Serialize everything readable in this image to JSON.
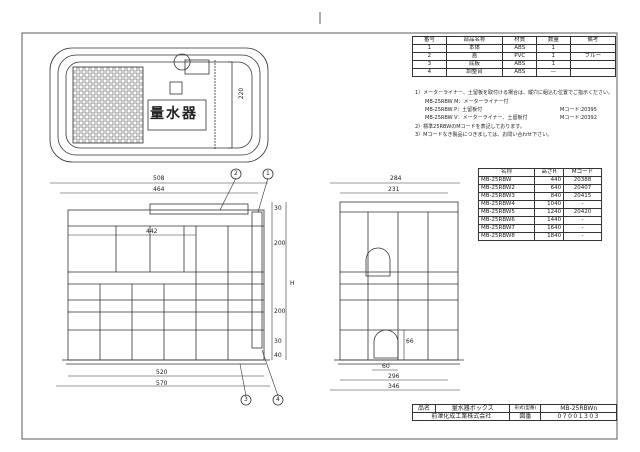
{
  "parts_table": {
    "headers": [
      "番号",
      "部品名称",
      "材質",
      "数量",
      "備考"
    ],
    "rows": [
      [
        "1",
        "本体",
        "ABS",
        "1",
        ""
      ],
      [
        "2",
        "蓋",
        "PVC",
        "1",
        "ブルー"
      ],
      [
        "3",
        "底板",
        "ABS",
        "1",
        ""
      ],
      [
        "4",
        "調整台",
        "ABS",
        "—",
        ""
      ]
    ]
  },
  "notes": {
    "n1": "1）メーターライナー、土留板を取付ける場合は、縦穴に組込む位置でご指示ください。",
    "n1_rows": [
      {
        "code": "MB-25RBW M：メーターライナー付",
        "mcode": ""
      },
      {
        "code": "MB-25RBW P：土留板付",
        "mcode": "Mコード:20395"
      },
      {
        "code": "MB-25RBW V：メーターライナー、土留板付",
        "mcode": "Mコード:20392"
      }
    ],
    "n2": "2）標準25RBWのMコードを表記しております。",
    "n3": "3）Mコードなき製品につきましては、お問い合わせ下さい。"
  },
  "model_table": {
    "headers": [
      "名称",
      "高さH",
      "Mコード"
    ],
    "rows": [
      [
        "MB-25RBW",
        "440",
        "20388"
      ],
      [
        "MB-25RBW2",
        "640",
        "20407"
      ],
      [
        "MB-25RBW3",
        "840",
        "20415"
      ],
      [
        "MB-25RBW4",
        "1040",
        "-"
      ],
      [
        "MB-25RBW5",
        "1240",
        "20420"
      ],
      [
        "MB-25RBW6",
        "1440",
        "-"
      ],
      [
        "MB-25RBW7",
        "1640",
        "-"
      ],
      [
        "MB-25RBW8",
        "1840",
        "-"
      ]
    ]
  },
  "lid_text": "量水器",
  "dims": {
    "top_220": "220",
    "w508": "508",
    "w464": "464",
    "w442": "442",
    "w520": "520",
    "w570": "570",
    "h30": "30",
    "h200a": "200",
    "h200b": "200",
    "hH": "H",
    "h30b": "30",
    "h40": "40",
    "s284": "284",
    "s231": "231",
    "s66": "66",
    "s60": "60",
    "s296": "296",
    "s346": "346"
  },
  "balloons": {
    "b1": "1",
    "b2": "2",
    "b3": "3",
    "b4": "4"
  },
  "title_block": {
    "name_label": "品名",
    "name_value": "量水器ボックス",
    "model_label": "形式(型番)",
    "model_value": "MB-25RBWn",
    "company": "前澤化成工業株式会社",
    "no_label": "図番",
    "no_value": "07001303"
  }
}
